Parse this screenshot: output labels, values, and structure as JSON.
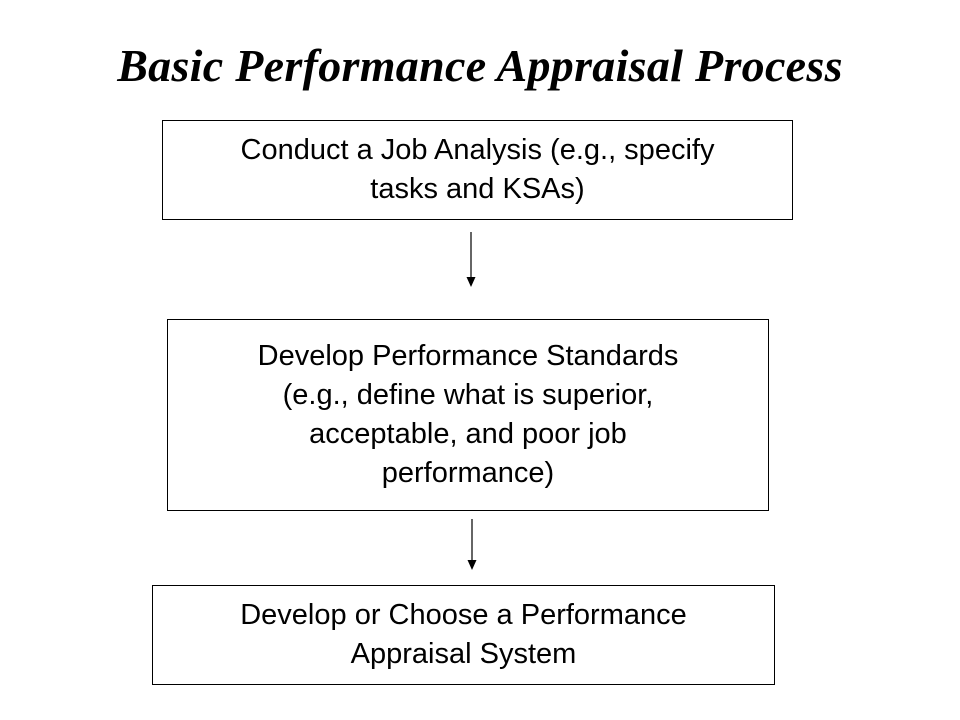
{
  "title": "Basic Performance Appraisal Process",
  "steps": [
    {
      "lines": [
        "Conduct a Job Analysis (e.g., specify",
        "tasks and KSAs)"
      ]
    },
    {
      "lines": [
        "Develop Performance Standards",
        "(e.g., define what is superior,",
        "acceptable, and poor job",
        "performance)"
      ]
    },
    {
      "lines": [
        "Develop or Choose a Performance",
        "Appraisal System"
      ]
    }
  ],
  "colors": {
    "background": "#ffffff",
    "text": "#000000",
    "box_border": "#000000",
    "arrow": "#000000"
  },
  "icons": [
    "down-arrow-icon",
    "down-arrow-icon"
  ]
}
